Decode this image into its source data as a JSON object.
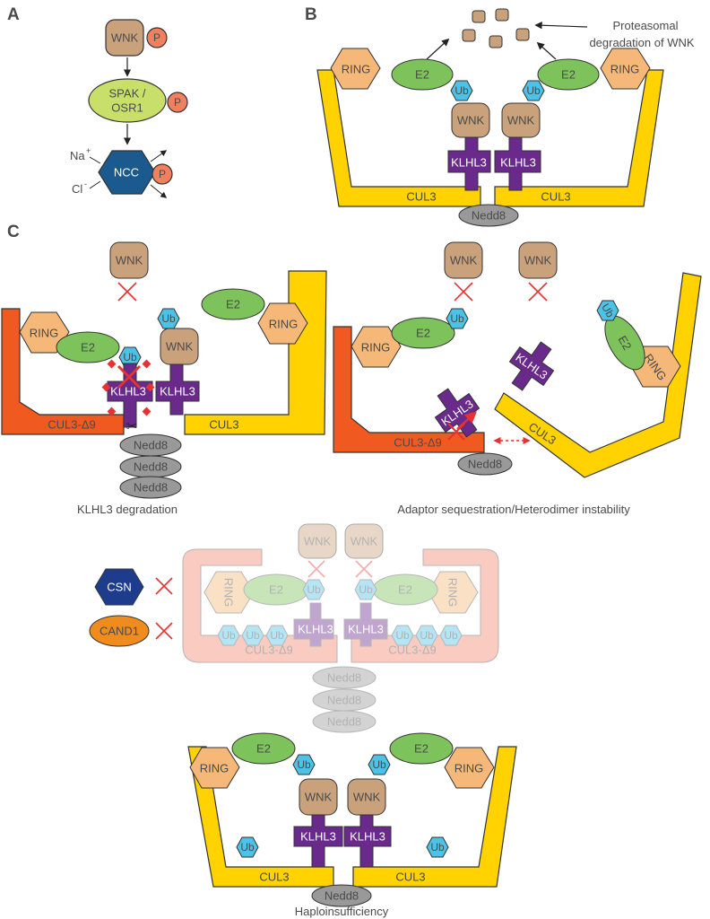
{
  "panels": {
    "a": "A",
    "b": "B",
    "c": "C"
  },
  "labels": {
    "wnk": "WNK",
    "p": "P",
    "spak_line1": "SPAK /",
    "spak_line2": "OSR1",
    "ncc": "NCC",
    "na": "Na",
    "na_sup": "+",
    "cl": "Cl",
    "cl_sup": "-",
    "ring": "RING",
    "e2": "E2",
    "ub": "Ub",
    "klhl3": "KLHL3",
    "cul3": "CUL3",
    "cul3_d9": "CUL3-Δ9",
    "nedd8": "Nedd8",
    "csn": "CSN",
    "cand1": "CAND1"
  },
  "annotations": {
    "proteasomal_line1": "Proteasomal",
    "proteasomal_line2": "degradation of WNK"
  },
  "captions": {
    "klhl3_degradation": "KLHL3 degradation",
    "adaptor": "Adaptor sequestration/Heterodimer instability",
    "haplo": "Haploinsufficiency"
  },
  "colors": {
    "wnk": "#c9a27c",
    "phospho": "#f08060",
    "spak": "#c8e06a",
    "ncc": "#1b5a8e",
    "ring": "#f5b878",
    "e2": "#7dc25a",
    "ub": "#4cc2e6",
    "klhl3": "#6a2a8c",
    "cul3": "#ffd200",
    "cul3_d9": "#f05a20",
    "nedd8": "#999999",
    "csn": "#1e3c8c",
    "cand1": "#f08c1e",
    "cross": "#e63232"
  }
}
